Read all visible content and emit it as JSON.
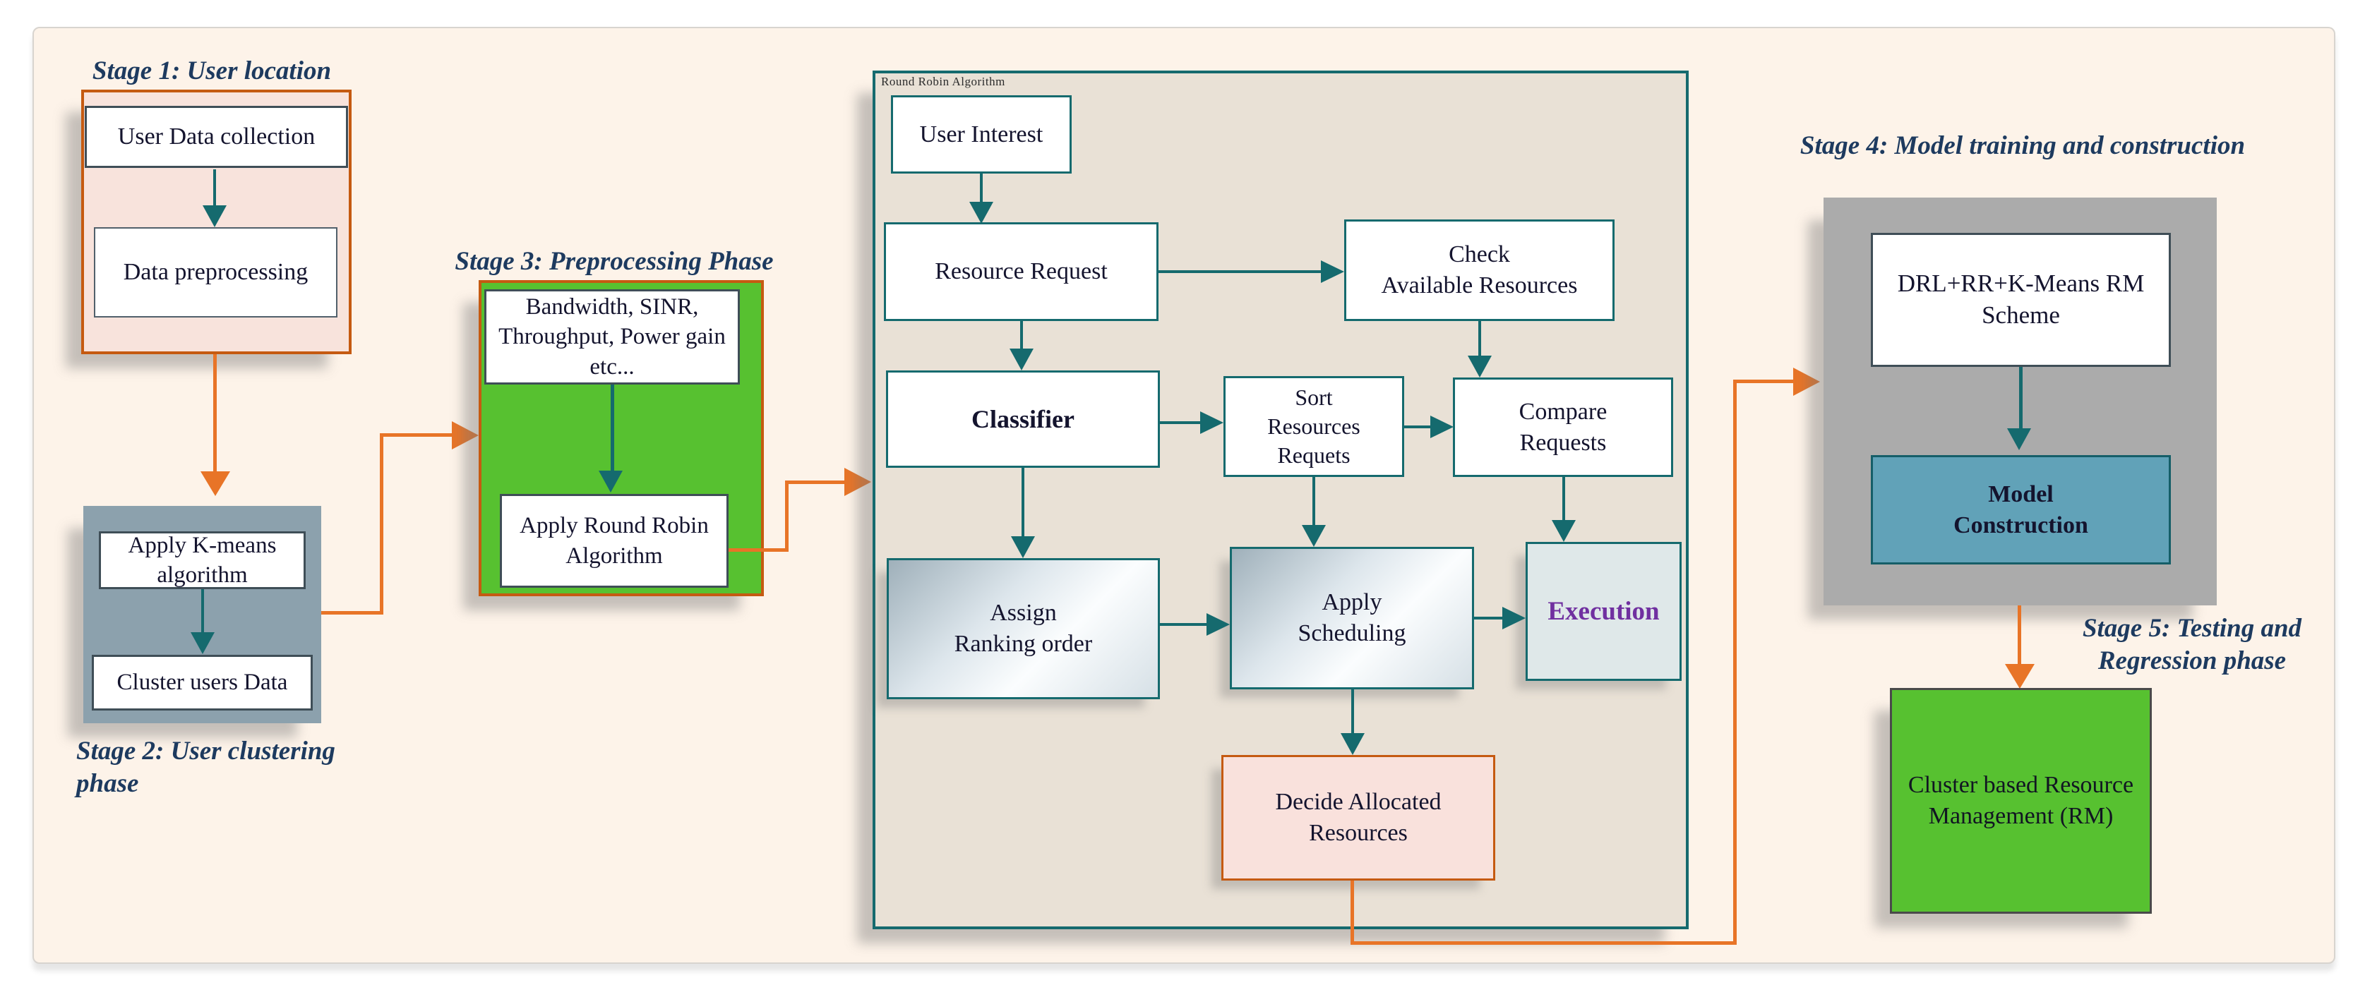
{
  "stages": {
    "s1": {
      "title": "Stage 1: User location",
      "box1": "User Data collection",
      "box2": "Data preprocessing"
    },
    "s2": {
      "title": "Stage 2: User clustering phase",
      "box1": "Apply K-means\nalgorithm",
      "box2": "Cluster users Data"
    },
    "s3": {
      "title": "Stage 3: Preprocessing  Phase",
      "box1": "Bandwidth, SINR,\nThroughput, Power gain\netc...",
      "box2": "Apply Round Robin\nAlgorithm"
    },
    "s4": {
      "title": "Stage 4: Model training and construction",
      "box1": "DRL+RR+K-Means RM\nScheme",
      "box2": "Model\nConstruction"
    },
    "s5": {
      "title": "Stage 5: Testing and\nRegression phase",
      "box1": "Cluster based Resource\nManagement (RM)"
    }
  },
  "rr": {
    "label": "Round Robin Algorithm",
    "user_interest": "User Interest",
    "resource_request": "Resource Request",
    "check_available": "Check\nAvailable Resources",
    "classifier": "Classifier",
    "sort": "Sort\nResources\nRequets",
    "compare": "Compare\nRequests",
    "assign": "Assign\nRanking order",
    "apply": "Apply\nScheduling",
    "execution": "Execution",
    "decide": "Decide Allocated\nResources"
  },
  "palette": {
    "cream_bg": "#fdf3e9",
    "stage1_bg": "#f8e3dc",
    "stage2_bg": "#8ca1ad",
    "green": "#57c130",
    "gray": "#ababab",
    "model_blue": "#61a2b8",
    "center_bg": "#e9e1d6",
    "teal": "#156a6e",
    "orange": "#e87427",
    "orange_border": "#c55a11",
    "execution_bg": "#dfe8e9",
    "decide_bg": "#f9e1dc",
    "title_color": "#1d3a5f",
    "text_color": "#14142e",
    "execution_text": "#7030a0"
  }
}
